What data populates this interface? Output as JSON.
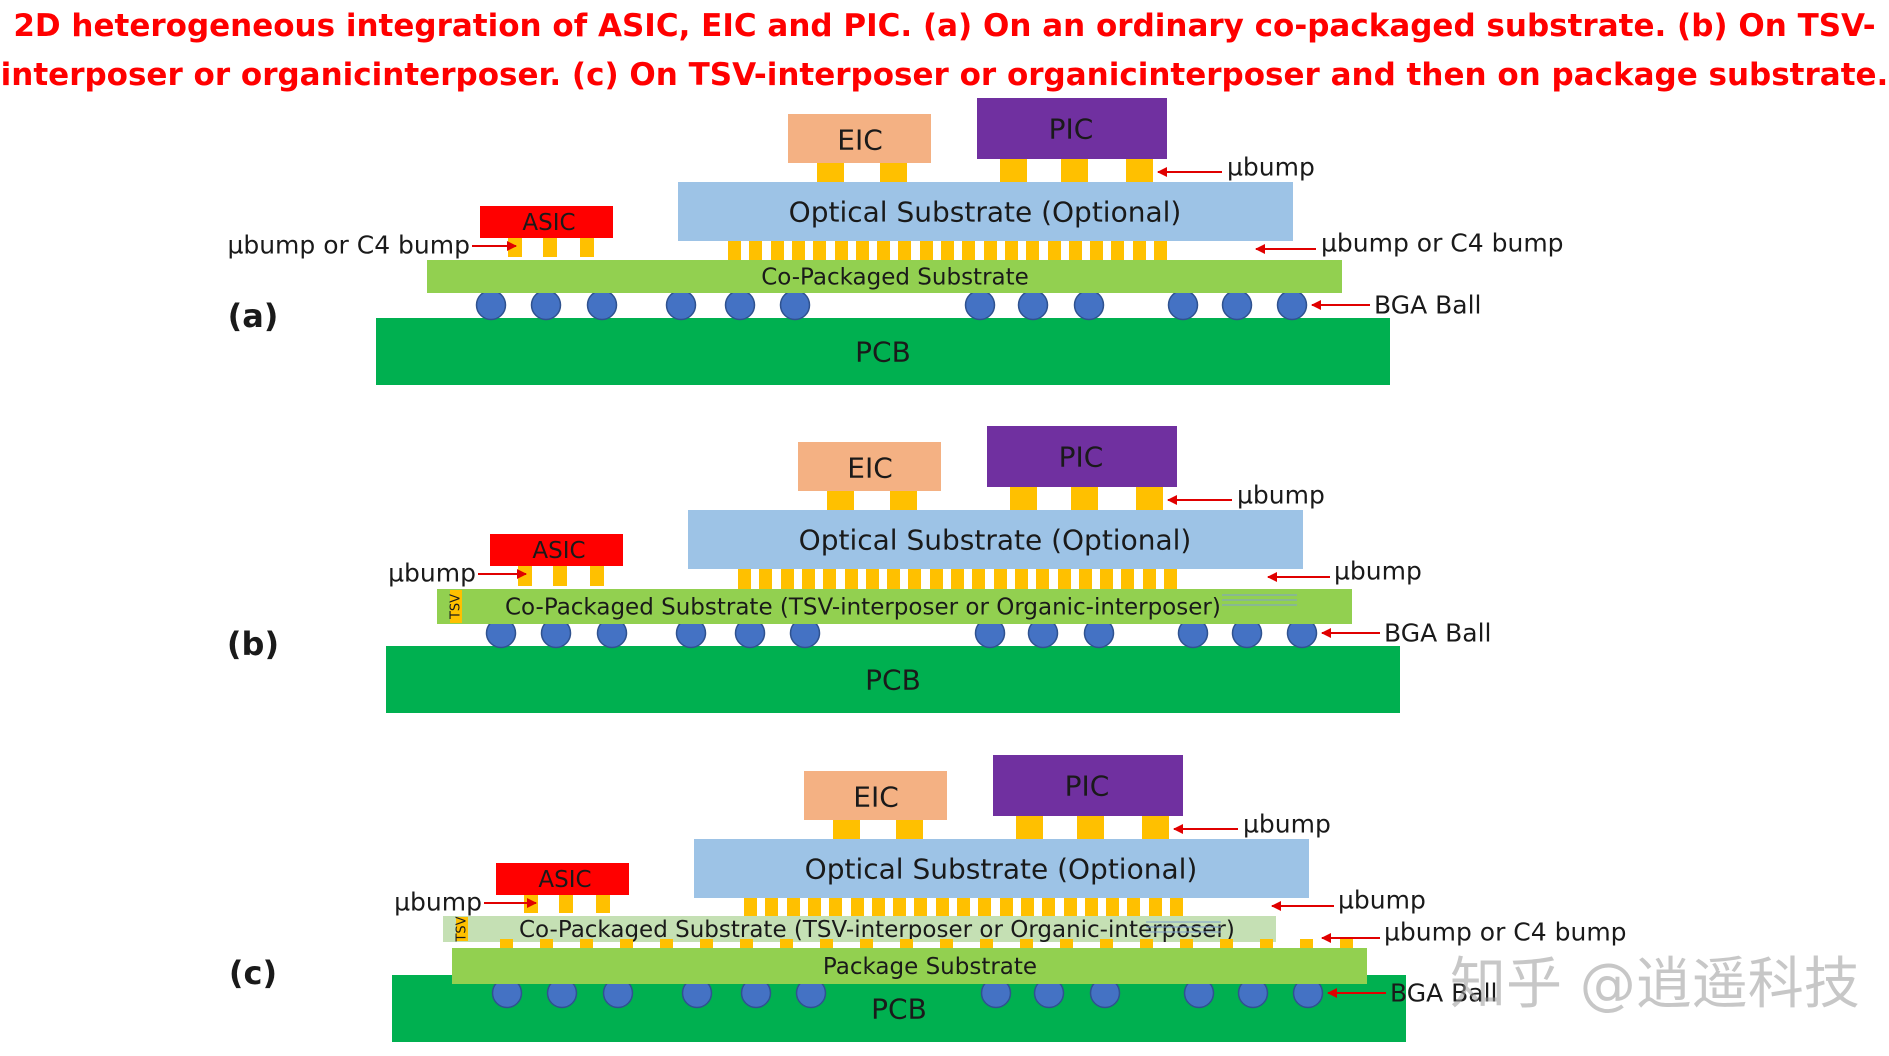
{
  "title": {
    "line1": "2D heterogeneous integration of ASIC, EIC and PIC. (a) On an ordinary co-packaged substrate. (b) On TSV-",
    "line2": "interposer or organicinterposer. (c) On TSV-interposer or organicinterposer and then on package substrate."
  },
  "labels": {
    "eic": "EIC",
    "pic": "PIC",
    "asic": "ASIC",
    "optical": "Optical Substrate (Optional)",
    "pcb": "PCB",
    "bga": "BGA Ball",
    "ubump": "µbump",
    "ubump_c4": "µbump or C4 bump",
    "tsv": "TSV",
    "package_substrate": "Package Substrate"
  },
  "panels": [
    {
      "id": "a",
      "label": "(a)",
      "substrate": "Co-Packaged Substrate"
    },
    {
      "id": "b",
      "label": "(b)",
      "substrate": "Co-Packaged Substrate (TSV-interposer or Organic-interposer)"
    },
    {
      "id": "c",
      "label": "(c)",
      "substrate": "Co-Packaged Substrate (TSV-interposer or Organic-interposer)"
    }
  ],
  "watermark": "知乎 @逍遥科技",
  "colors": {
    "title": "#ff0000",
    "eic": "#f4b183",
    "pic": "#7030a0",
    "asic": "#ff0000",
    "optical": "#9dc3e6",
    "bump": "#ffc000",
    "substrate": "#92d050",
    "interposer": "#c5e0b4",
    "ball": "#4472c4",
    "pcb": "#00b050",
    "arrow": "#e00000"
  }
}
